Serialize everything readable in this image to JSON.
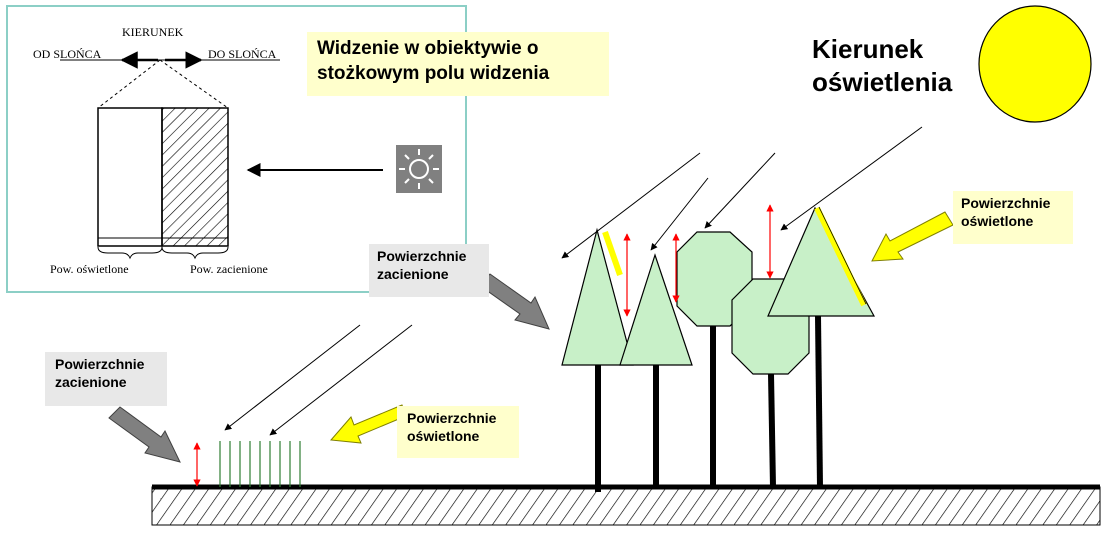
{
  "inset": {
    "direction_label": "KIERUNEK",
    "from_sun_label": "OD SLOŃCA",
    "to_sun_label": "DO SLOŃCA",
    "lit_surface_label": "Pow. oświetlone",
    "shaded_surface_label": "Pow. zacienione",
    "sun_icon": "sun-icon"
  },
  "vision_note": "Widzenie w obiektywie o stożkowym polu widzenia",
  "light_direction_title": "Kierunek oświetlenia",
  "labels": {
    "trees_shaded": "Powierzchnie zacienione",
    "trees_lit": "Powierzchnie oświetlone",
    "grass_shaded": "Powierzchnie zacienione",
    "grass_lit": "Powierzchnie oświetlone"
  },
  "colors": {
    "sun": "#ffff00",
    "tree_fill": "#c8f0c8",
    "lit_edge": "#ffff00",
    "shaded_arrow": "#808080",
    "lit_arrow": "#ffff00",
    "height_arrow": "#ff0000",
    "grass": "#2e7d32",
    "note_background": "#ffffcc",
    "label_background": "#e8e8e8"
  }
}
